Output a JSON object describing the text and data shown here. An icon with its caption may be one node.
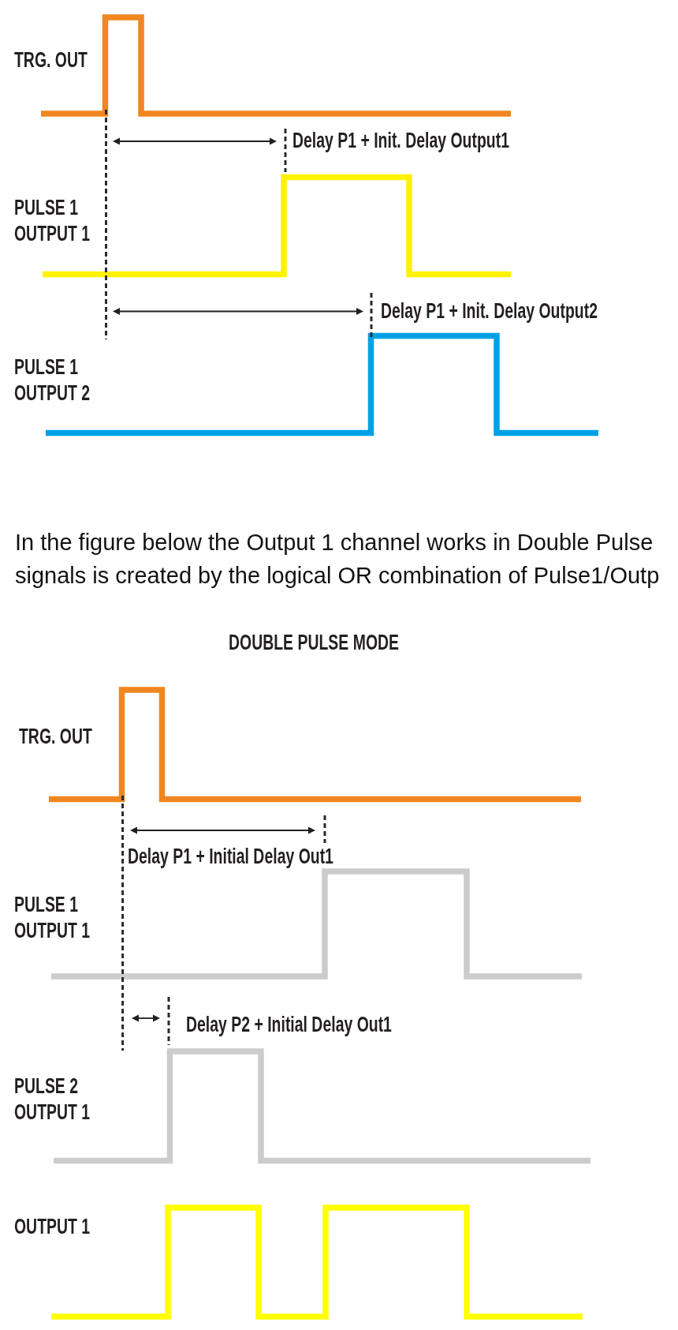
{
  "diagram": {
    "labels": [
      "TRG. OUT",
      "Delay P1 + Init. Delay Output1",
      "PULSE 1 OUTPUT 1",
      "Delay P1 + Init. Delay Output2",
      "PULSE 1 OUTPUT 2",
      "In the figure below the Output 1 channel works in Double Pulse",
      "signals is created by the logical OR combination of Pulse1/Outp",
      "DOUBLE PULSE MODE",
      "TRG. OUT",
      "Delay P1 + Initial Delay Out1",
      "PULSE 1 OUTPUT 1",
      "Delay P2 + Initial Delay Out1",
      "PULSE 2 OUTPUT 1",
      "OUTPUT 1"
    ]
  }
}
